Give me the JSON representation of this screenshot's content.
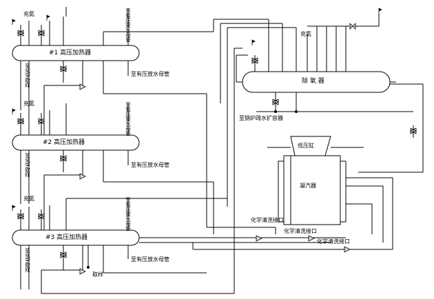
{
  "heaters": [
    {
      "label": "#1 高压加热器",
      "drain_label": "至有压放水母管",
      "fill_label": "充氮",
      "vent_label": "至有压放水母管"
    },
    {
      "label": "#2 高压加热器",
      "drain_label": "至有压放水母管",
      "fill_label": "充氮",
      "vent_label": "至有压放水母管"
    },
    {
      "label": "#3 高压加热器",
      "drain_label": "至有压放水母管",
      "fill_label": "充氮",
      "vent_label": "至有压放水母管"
    }
  ],
  "left_vertical_label": "至化学取样",
  "deaerator": {
    "label": "除 氧 器",
    "fill_label": "充氮"
  },
  "boiler_label": "至锅炉疏水扩容器",
  "lp_cylinder_label": "低压缸",
  "condenser_label": "凝汽器",
  "chem_cleaning": [
    "化学清洗接口",
    "化学清洗接口",
    "化学清洗接口"
  ],
  "sample_label": "取样",
  "colors": {
    "line": "#000000",
    "valve_fill": "#d9d9d9"
  }
}
